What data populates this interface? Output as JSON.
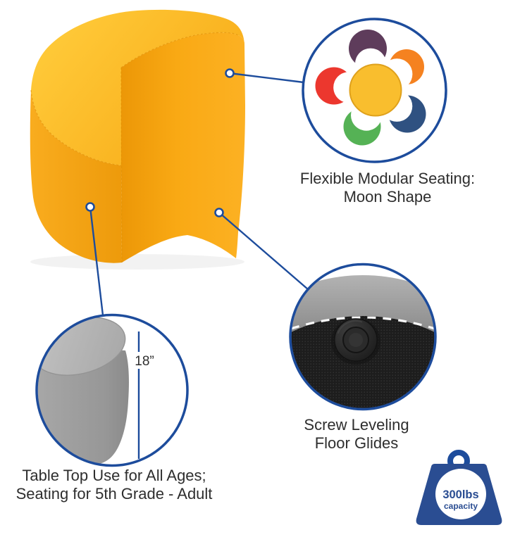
{
  "callouts": {
    "modular": {
      "line1": "Flexible Modular Seating:",
      "line2": "Moon Shape"
    },
    "table_top": {
      "line1": "Table Top Use for All Ages;",
      "line2": "Seating for 5th Grade - Adult"
    },
    "glides": {
      "line1": "Screw Leveling",
      "line2": "Floor Glides"
    }
  },
  "measurement": {
    "height": "18”"
  },
  "capacity_badge": {
    "value": "300lbs",
    "label": "capacity"
  },
  "icons": {
    "flower": "modular-flower-icon",
    "weight": "weight-capacity-icon",
    "callout_dot": "callout-dot"
  },
  "theme": {
    "accent_blue": "#1d4c9c",
    "badge_blue": "#2a4d92",
    "text_dark": "#2e2e2e",
    "seat_yellow": "#f9a81c",
    "seat_yellow_light": "#ffc93a",
    "seat_yellow_deep": "#ec9707",
    "petal_purple": "#5e3c5b",
    "petal_orange": "#f58220",
    "petal_red": "#ec372e",
    "petal_blue": "#2f5181",
    "petal_green": "#55b255",
    "flower_yellow": "#f9be2e",
    "gray_seat": "#9e9e9e",
    "glide_black": "#1d1d1d"
  }
}
